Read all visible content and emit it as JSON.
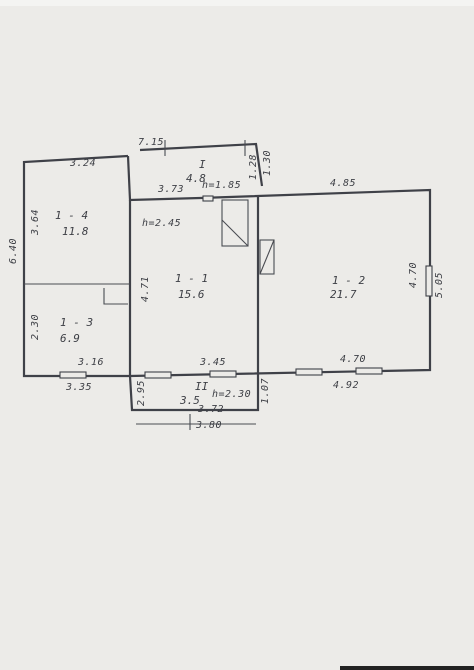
{
  "colors": {
    "ink": "#3f4148",
    "paper": "#ecebe8",
    "background": "#f4f4f2"
  },
  "rooms": [
    {
      "id": "1-1",
      "label": "1 - 1",
      "area": "15.6"
    },
    {
      "id": "1-2",
      "label": "1 - 2",
      "area": "21.7"
    },
    {
      "id": "1-3",
      "label": "1 - 3",
      "area": "6.9"
    },
    {
      "id": "1-4",
      "label": "1 - 4",
      "area": "11.8"
    },
    {
      "id": "I",
      "label": "I",
      "area": "4.8"
    },
    {
      "id": "II",
      "label": "II",
      "area": "3.5"
    }
  ],
  "heights": {
    "main": "h=2.45",
    "porch_top": "h=1.85",
    "porch_bottom": "h=2.30"
  },
  "dimensions": {
    "porch_top_width": "7.15",
    "porch_top_depth_a": "1.28",
    "porch_top_depth_b": "1.30",
    "room4_top": "3.24",
    "main_top_left": "3.73",
    "main_top_right": "4.85",
    "left_total": "6.40",
    "room4_side": "3.64",
    "room3_side": "2.30",
    "room1_side": "4.71",
    "right_side_inner": "4.70",
    "right_side_outer": "5.05",
    "room3_bottom": "3.16",
    "room1_bottom": "3.45",
    "room2_bottom": "4.70",
    "bottom_left_outer": "3.35",
    "bottom_right_outer": "4.92",
    "porch_bottom_depth_left": "2.95",
    "porch_bottom_depth_right": "1.07",
    "porch_bottom_inner": "3.72",
    "porch_bottom_outer": "3.80"
  }
}
